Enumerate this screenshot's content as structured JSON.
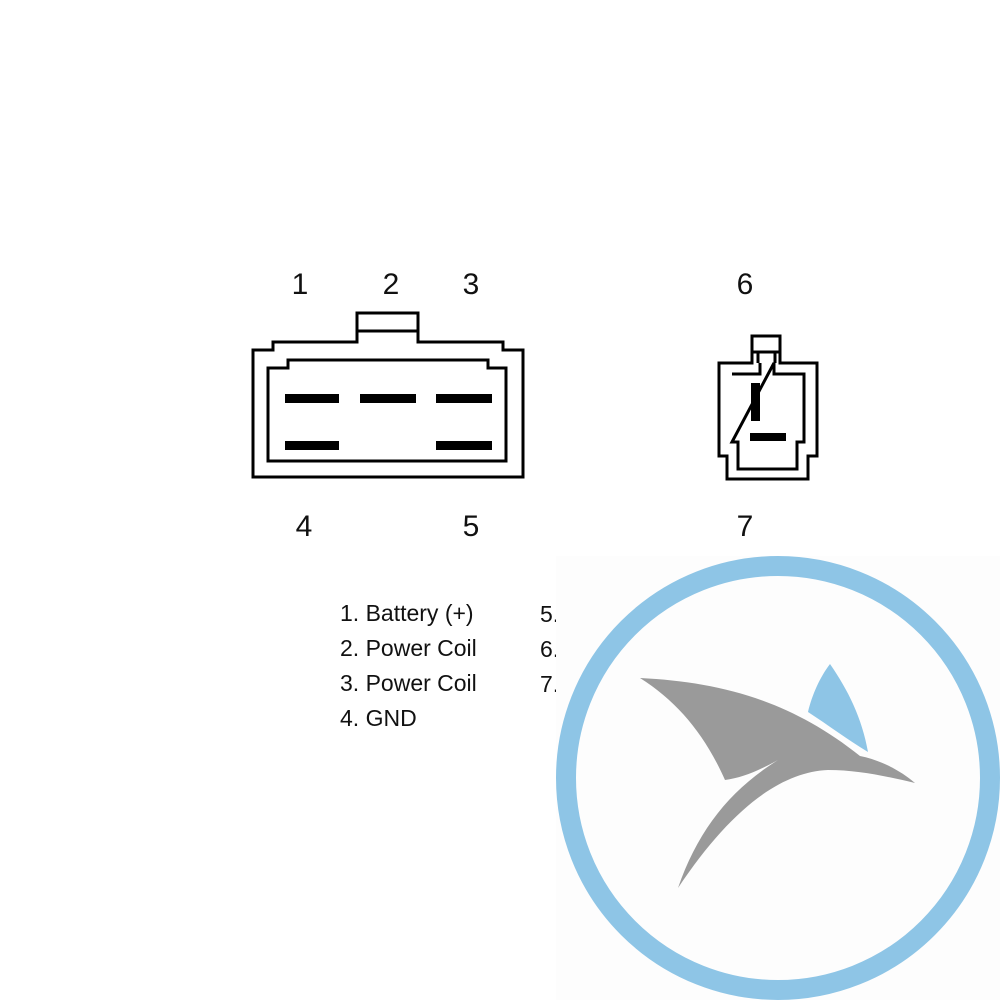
{
  "connector_a": {
    "top_pins": [
      "1",
      "2",
      "3"
    ],
    "bottom_pins": [
      "4",
      "5"
    ]
  },
  "connector_b": {
    "top_pin": "6",
    "bottom_pin": "7"
  },
  "legend": {
    "col1": [
      "1. Battery (+)",
      "2. Power Coil",
      "3. Power Coil",
      "4. GND"
    ],
    "col2": [
      "5. Powe",
      "6. Fie",
      "7. I"
    ]
  },
  "colors": {
    "line": "#000000",
    "watermark_ring": "#8ec5e6",
    "watermark_bird": "#9a9a9a",
    "watermark_wing": "#8ec5e6",
    "watermark_bg": "#fdfdfd"
  },
  "watermark": {
    "icon": "bird-logo-icon"
  }
}
